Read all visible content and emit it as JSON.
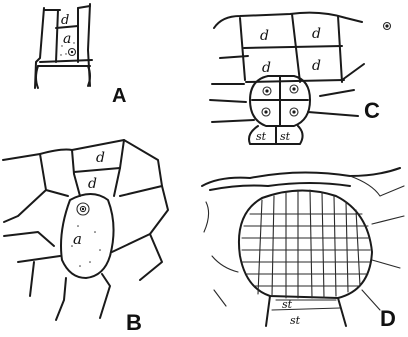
{
  "panels": [
    {
      "id": "A",
      "label": "A",
      "cells": [
        "d",
        "a"
      ]
    },
    {
      "id": "B",
      "label": "B",
      "cells": [
        "d",
        "d",
        "a"
      ]
    },
    {
      "id": "C",
      "label": "C",
      "cells": [
        "d",
        "d",
        "d",
        "d",
        "st",
        "st"
      ]
    },
    {
      "id": "D",
      "label": "D",
      "cells": [
        "st",
        "st"
      ]
    }
  ],
  "colors": {
    "ink": "#1a1a1a",
    "background": "#ffffff"
  }
}
